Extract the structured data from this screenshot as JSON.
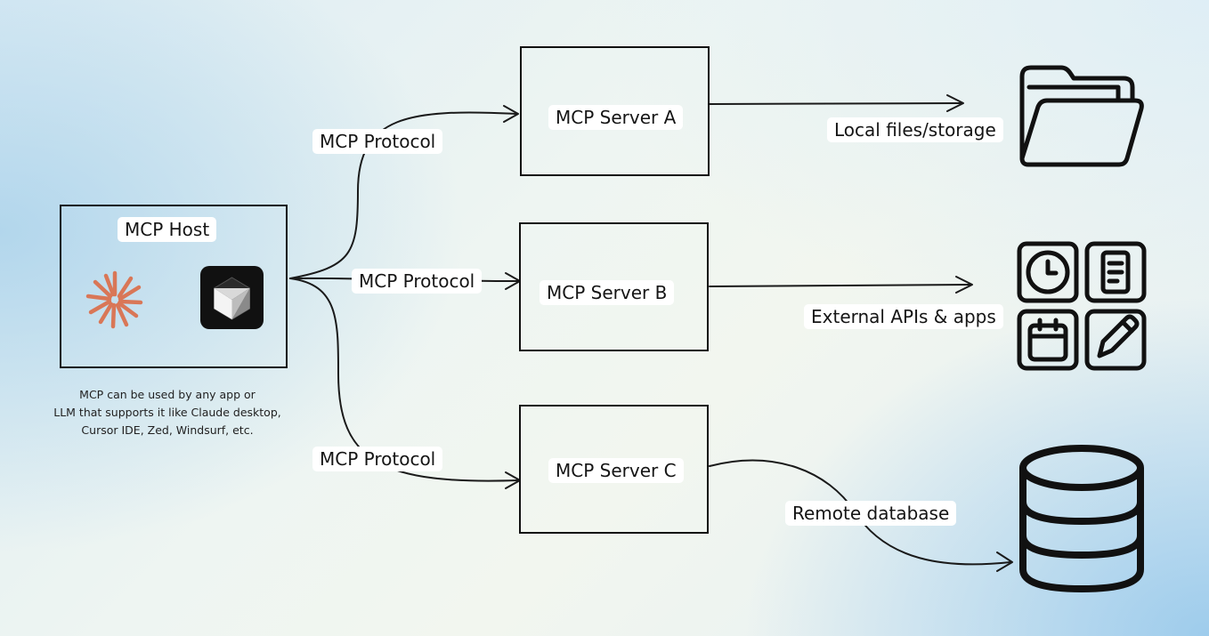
{
  "host": {
    "title": "MCP Host",
    "caption_lines": [
      "MCP can be used by any app or",
      "LLM that supports it like Claude desktop,",
      "Cursor IDE, Zed, Windsurf, etc."
    ],
    "logos": [
      "claude-logo",
      "cursor-logo"
    ]
  },
  "connections": [
    {
      "label": "MCP Protocol"
    },
    {
      "label": "MCP Protocol"
    },
    {
      "label": "MCP Protocol"
    }
  ],
  "servers": [
    {
      "name": "MCP Server A",
      "resource": "Local files/storage",
      "icon": "folder-icon"
    },
    {
      "name": "MCP Server B",
      "resource": "External APIs & apps",
      "icon": "apps-grid-icon"
    },
    {
      "name": "MCP Server C",
      "resource": "Remote database",
      "icon": "database-icon"
    }
  ],
  "colors": {
    "claude_accent": "#d97757",
    "ink": "#111111",
    "cursor_tile": "#111111"
  }
}
